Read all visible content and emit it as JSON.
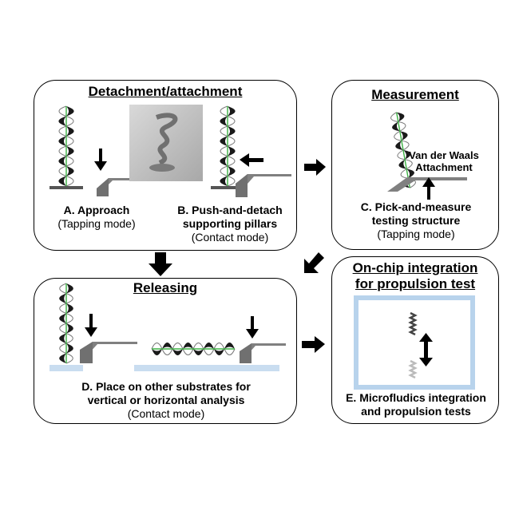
{
  "panels": {
    "detach": {
      "title": "Detachment/attachment",
      "step_a": {
        "line1": "A. Approach",
        "line2": "(Tapping mode)"
      },
      "step_b": {
        "line1": "B. Push-and-detach",
        "line2": "supporting pillars",
        "line3": "(Contact mode)"
      }
    },
    "measure": {
      "title": "Measurement",
      "annotation": {
        "line1": "Van der Waals",
        "line2": "Attachment"
      },
      "step_c": {
        "line1": "C. Pick-and-measure",
        "line2": "testing structure",
        "line3": "(Tapping mode)"
      }
    },
    "release": {
      "title": "Releasing",
      "step_d": {
        "line1": "D. Place on other substrates for",
        "line2": "vertical or horizontal analysis",
        "line3": "(Contact mode)"
      }
    },
    "onchip": {
      "title_line1": "On-chip integration",
      "title_line2": "for propulsion test",
      "step_e": {
        "line1": "E. Microfludics integration",
        "line2": "and propulsion tests"
      }
    }
  },
  "colors": {
    "helix_fill": "#1a1a1a",
    "helix_axis": "#3cb043",
    "cantilever": "#808080",
    "substrate": "#c9ddf0",
    "channel_border": "#b8d3ec",
    "arrow": "#000000"
  },
  "icons": [
    "helix-structure",
    "cantilever",
    "sem-image",
    "flow-arrow"
  ]
}
